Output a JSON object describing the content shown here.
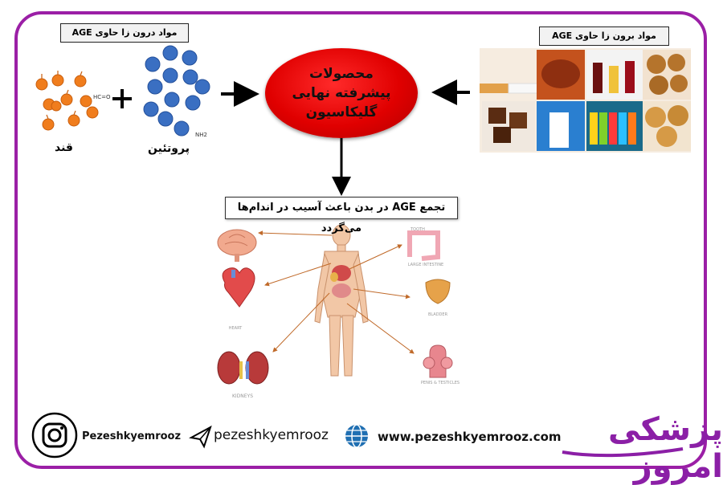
{
  "labels": {
    "internal_title": "مواد درون زا حاوی  AGE",
    "external_title": "مواد برون زا حاوی  AGE",
    "sugar": "قند",
    "protein": "پروتئین",
    "center": "محصولات\nپیشرفته نهایی\nگلیکاسیون",
    "result": "تجمع AGE در بدن باعث آسیب در اندام‌ها می‌گردد",
    "chem_sugar": "HC=O",
    "chem_protein": "NH2"
  },
  "organs": {
    "large_intestine": "LARGE INTESTINE",
    "bladder": "BLADDER",
    "heart": "HEART",
    "kidneys": "KIDNEYS",
    "penis": "PENIS & TESTICLES",
    "tooth": "TOOTH"
  },
  "footer": {
    "instagram": "Pezeshkyemrooz",
    "telegram": "pezeshkyemrooz",
    "website": "www.pezeshkyemrooz.com",
    "logo": "پزشکی امروز"
  },
  "colors": {
    "frame": "#9b1fa6",
    "center": "#e00000",
    "molecule_sugar": "#f07d1d",
    "molecule_protein": "#3a6fc2",
    "organ_arrow": "#c06a2a"
  }
}
